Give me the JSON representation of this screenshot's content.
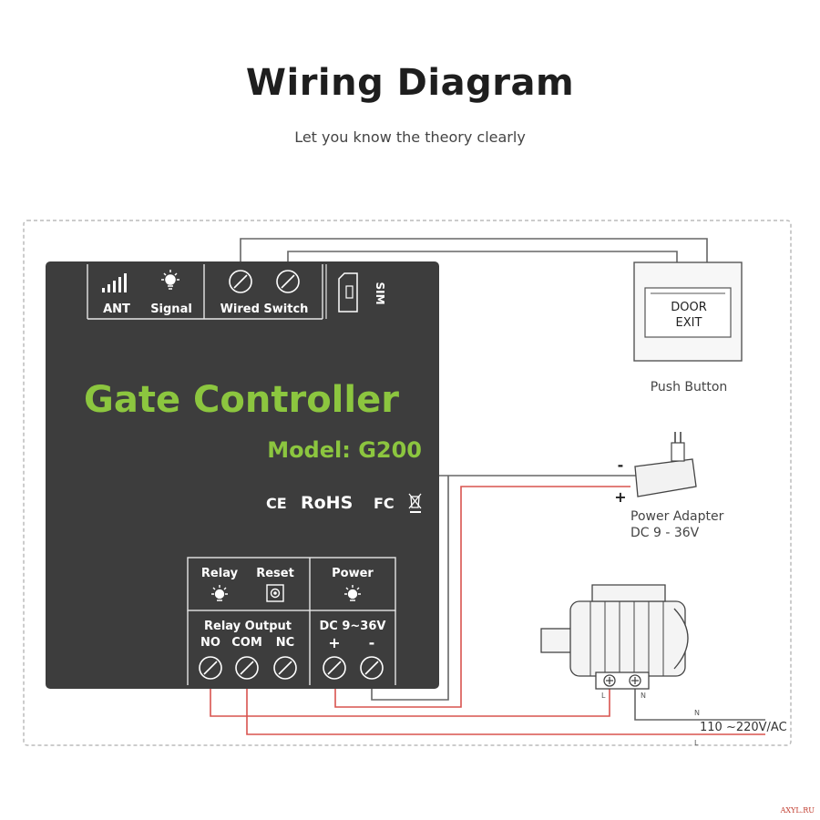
{
  "header": {
    "title": "Wiring Diagram",
    "subtitle": "Let you know the theory clearly"
  },
  "controller": {
    "top_labels": {
      "ant": "ANT",
      "signal": "Signal",
      "wired_switch": "Wired Switch",
      "sim": "SIM"
    },
    "name": "Gate Controller",
    "model": "Model: G200",
    "certifications": {
      "ce": "CE",
      "rohs": "RoHS",
      "fc": "FC"
    },
    "bottom_labels": {
      "relay": "Relay",
      "reset": "Reset",
      "power": "Power",
      "relay_output": "Relay Output",
      "no": "NO",
      "com": "COM",
      "nc": "NC",
      "dc_range": "DC 9~36V",
      "plus": "+",
      "minus": "-"
    }
  },
  "push_button": {
    "text_line1": "DOOR",
    "text_line2": "EXIT",
    "caption": "Push Button"
  },
  "power_adapter": {
    "minus": "-",
    "plus": "+",
    "caption_line1": "Power Adapter",
    "caption_line2": "DC 9 - 36V"
  },
  "motor": {
    "terminal_l": "L",
    "terminal_n": "N"
  },
  "mains": {
    "n_label": "N",
    "l_label": "L",
    "voltage": "110 ~220V/AC"
  },
  "watermark": "AXYL.RU",
  "colors": {
    "panel": "#3d3d3d",
    "accent_green": "#8cc63f",
    "wire_red": "#d9534f",
    "wire_gray": "#666666",
    "text_dark": "#1e1e1e"
  }
}
